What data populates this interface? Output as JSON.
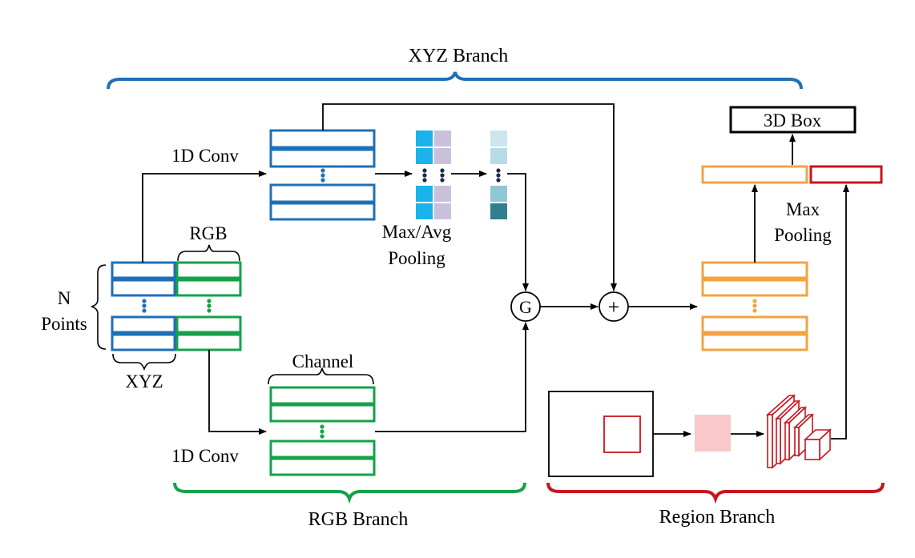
{
  "labels": {
    "xyz_branch": "XYZ Branch",
    "rgb_branch": "RGB Branch",
    "region_branch": "Region Branch",
    "conv_top": "1D Conv",
    "conv_bottom": "1D Conv",
    "rgb": "RGB",
    "n": "N",
    "points": "Points",
    "xyz": "XYZ",
    "channel": "Channel",
    "pool1": "Max/Avg",
    "pool2": "Pooling",
    "maxpool1": "Max",
    "maxpool2": "Pooling",
    "box3d": "3D Box",
    "gate": "G",
    "plus": "+"
  },
  "colors": {
    "xyz": "#1f6fb8",
    "rgb": "#14a24a",
    "orange": "#f4a340",
    "region": "#c8141e",
    "cyan": "#1ab3ea",
    "lavender": "#c9c1dc",
    "pale_blue": "#cce6ee",
    "light_blue": "#b6dce8",
    "teal_light": "#8fc7d4",
    "teal_dark": "#2f7f8f",
    "pink": "#f9c9c9"
  }
}
